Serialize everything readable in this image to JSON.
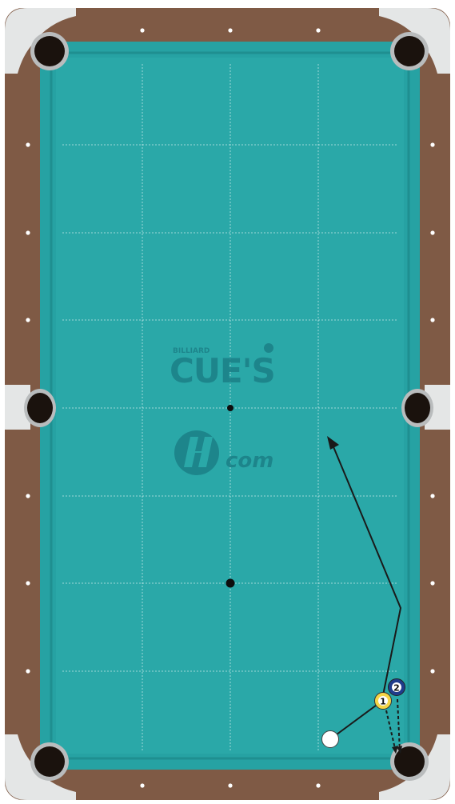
{
  "table": {
    "colors": {
      "wood": "#7f5a45",
      "cloth": "#2aa8a8",
      "cloth_shadow": "#1f8f90",
      "cushion": "#26a2a3",
      "pocket": "#1a120d",
      "pocket_liner": "#b9bcbd",
      "corner_plate": "#e4e6e6",
      "diamond": "#ffffff",
      "grid_line": "#ffffff"
    },
    "diamond-icon": "diamond-icon",
    "pocket-icon": "pocket-icon"
  },
  "watermark": {
    "small_text": "BILLIARD",
    "logo_text": "CUE'S",
    "brand_text": "com",
    "color": "#1b7f86"
  },
  "spots": {
    "icon": "spot-icon"
  },
  "balls": [
    {
      "id": "cue",
      "label": "",
      "color": "#ffffff"
    },
    {
      "id": "one",
      "label": "1",
      "color": "#f5d547"
    },
    {
      "id": "two",
      "label": "2",
      "color": "#1f3c8c"
    }
  ],
  "shot": {
    "path_color": "#1a1a1a",
    "arrow_icon": "arrow-head-icon"
  }
}
